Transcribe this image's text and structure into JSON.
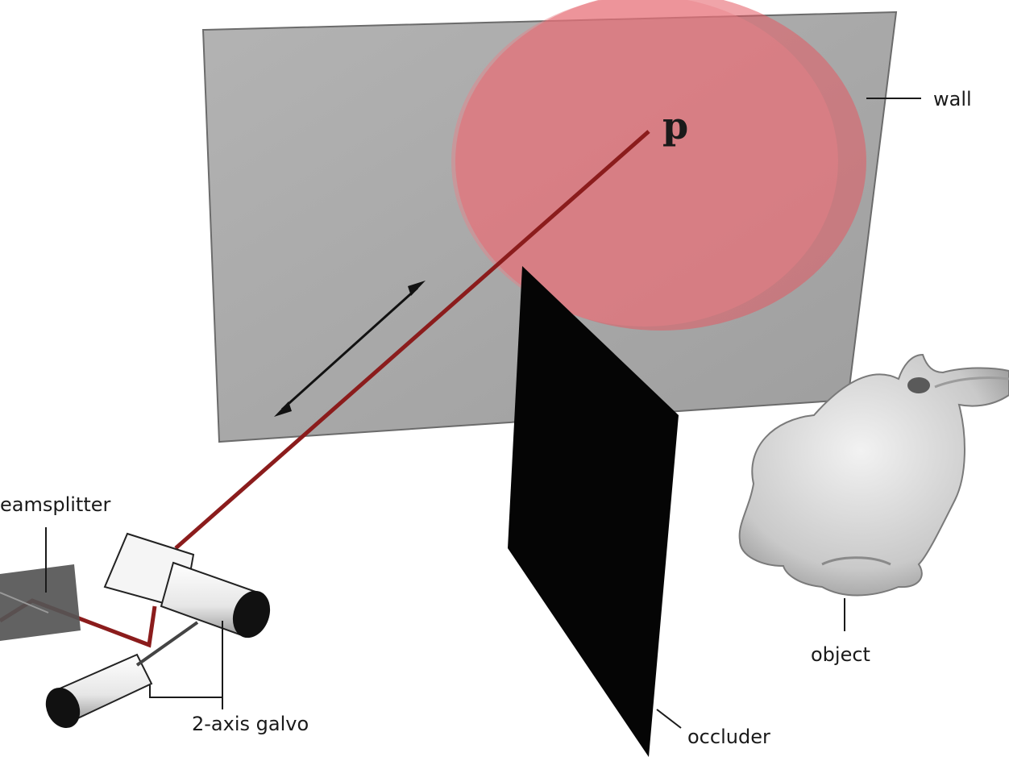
{
  "labels": {
    "wall": "wall",
    "point": "p",
    "beamsplitter": "eamsplitter",
    "galvo": "2-axis galvo",
    "occluder": "occluder",
    "object": "object"
  },
  "colors": {
    "background": "#ffffff",
    "wall_fill": "#a8a8a8",
    "wall_border": "#6b6b6b",
    "illumination_disk": "#e35a63",
    "laser_beam": "#8b1c1c",
    "occluder": "#050505",
    "beamsplitter": "#555555",
    "callout_line": "#1a1a1a",
    "object_fill": "#dcdcdc"
  },
  "icons": {
    "arrow": "double-headed-arrow",
    "object": "stanford-bunny",
    "scanner": "galvo-mirror-assembly"
  }
}
